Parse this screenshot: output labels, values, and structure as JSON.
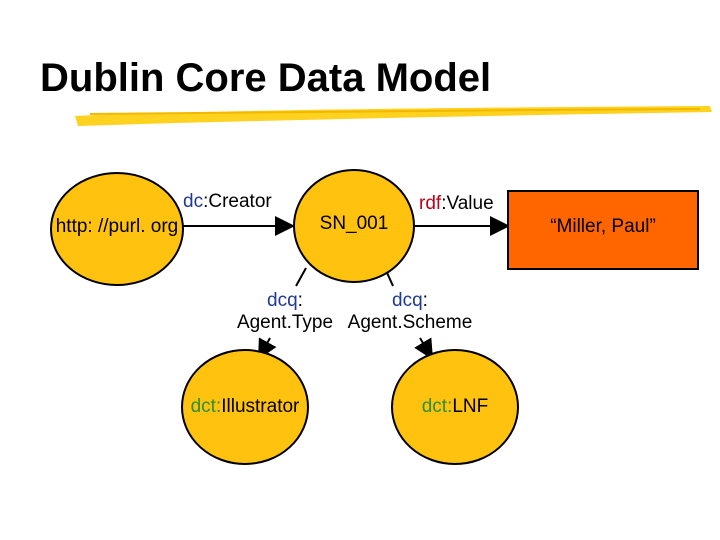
{
  "slide": {
    "title": "Dublin Core Data Model"
  },
  "nodes": {
    "purl": "http: //purl. org",
    "sn001": "SN_001",
    "miller": "“Miller, Paul”",
    "illustrator_prefix": "dct:",
    "illustrator_name": "Illustrator",
    "lnf_prefix": "dct:",
    "lnf_name": "LNF"
  },
  "edges": {
    "creator_prefix": "dc",
    "creator_name": ":Creator",
    "value_prefix": "rdf",
    "value_name": ":Value",
    "agenttype_prefix": "dcq",
    "agenttype_colon": ":",
    "agenttype_name": "Agent.Type",
    "agentscheme_prefix": "dcq",
    "agentscheme_colon": ":",
    "agentscheme_name": "Agent.Scheme"
  },
  "colors": {
    "node_fill": "#ffc20e",
    "literal_fill": "#ff6600",
    "underline": "#ffd21f"
  }
}
